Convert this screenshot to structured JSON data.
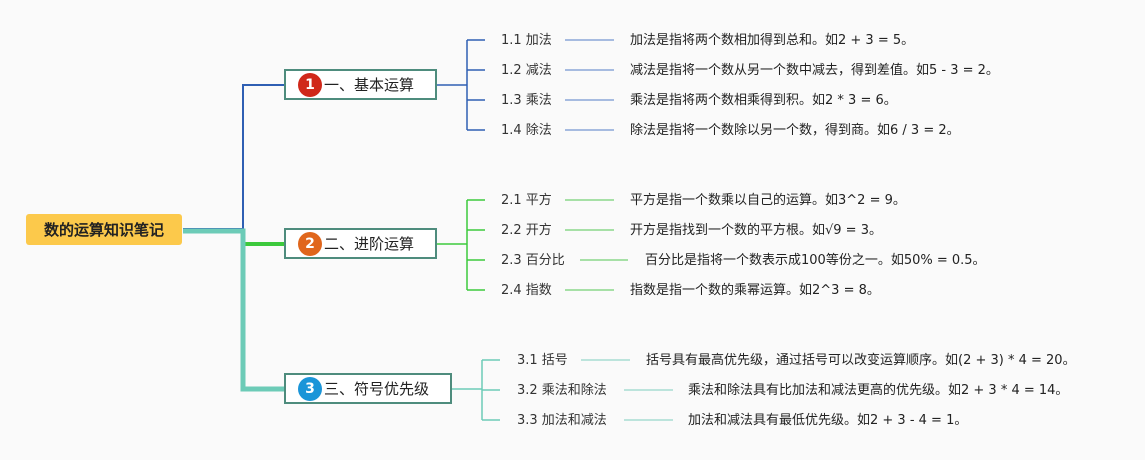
{
  "root": {
    "title": "数的运算知识笔记"
  },
  "branches": [
    {
      "number": "1",
      "title": "一、基本运算",
      "badge_color": "#d0281a",
      "line_color": "#2f5fb3",
      "children": [
        {
          "label": "1.1 加法",
          "desc": "加法是指将两个数相加得到总和。如2 + 3 = 5。"
        },
        {
          "label": "1.2 减法",
          "desc": "减法是指将一个数从另一个数中减去，得到差值。如5 - 3 = 2。"
        },
        {
          "label": "1.3 乘法",
          "desc": "乘法是指将两个数相乘得到积。如2 * 3 = 6。"
        },
        {
          "label": "1.4 除法",
          "desc": "除法是指将一个数除以另一个数，得到商。如6 / 3 = 2。"
        }
      ]
    },
    {
      "number": "2",
      "title": "二、进阶运算",
      "badge_color": "#e0661c",
      "line_color": "#3cc93c",
      "children": [
        {
          "label": "2.1 平方",
          "desc": "平方是指一个数乘以自己的运算。如3^2 = 9。"
        },
        {
          "label": "2.2 开方",
          "desc": "开方是指找到一个数的平方根。如√9 = 3。"
        },
        {
          "label": "2.3 百分比",
          "desc": "百分比是指将一个数表示成100等份之一。如50% = 0.5。"
        },
        {
          "label": "2.4 指数",
          "desc": "指数是指一个数的乘幂运算。如2^3 = 8。"
        }
      ]
    },
    {
      "number": "3",
      "title": "三、符号优先级",
      "badge_color": "#1b95d8",
      "line_color": "#6ccbb7",
      "children": [
        {
          "label": "3.1 括号",
          "desc": "括号具有最高优先级，通过括号可以改变运算顺序。如(2 + 3) * 4 = 20。"
        },
        {
          "label": "3.2 乘法和除法",
          "desc": "乘法和除法具有比加法和减法更高的优先级。如2 + 3 * 4 = 14。"
        },
        {
          "label": "3.3 加法和减法",
          "desc": "加法和减法具有最低优先级。如2 + 3 - 4 = 1。"
        }
      ]
    }
  ]
}
